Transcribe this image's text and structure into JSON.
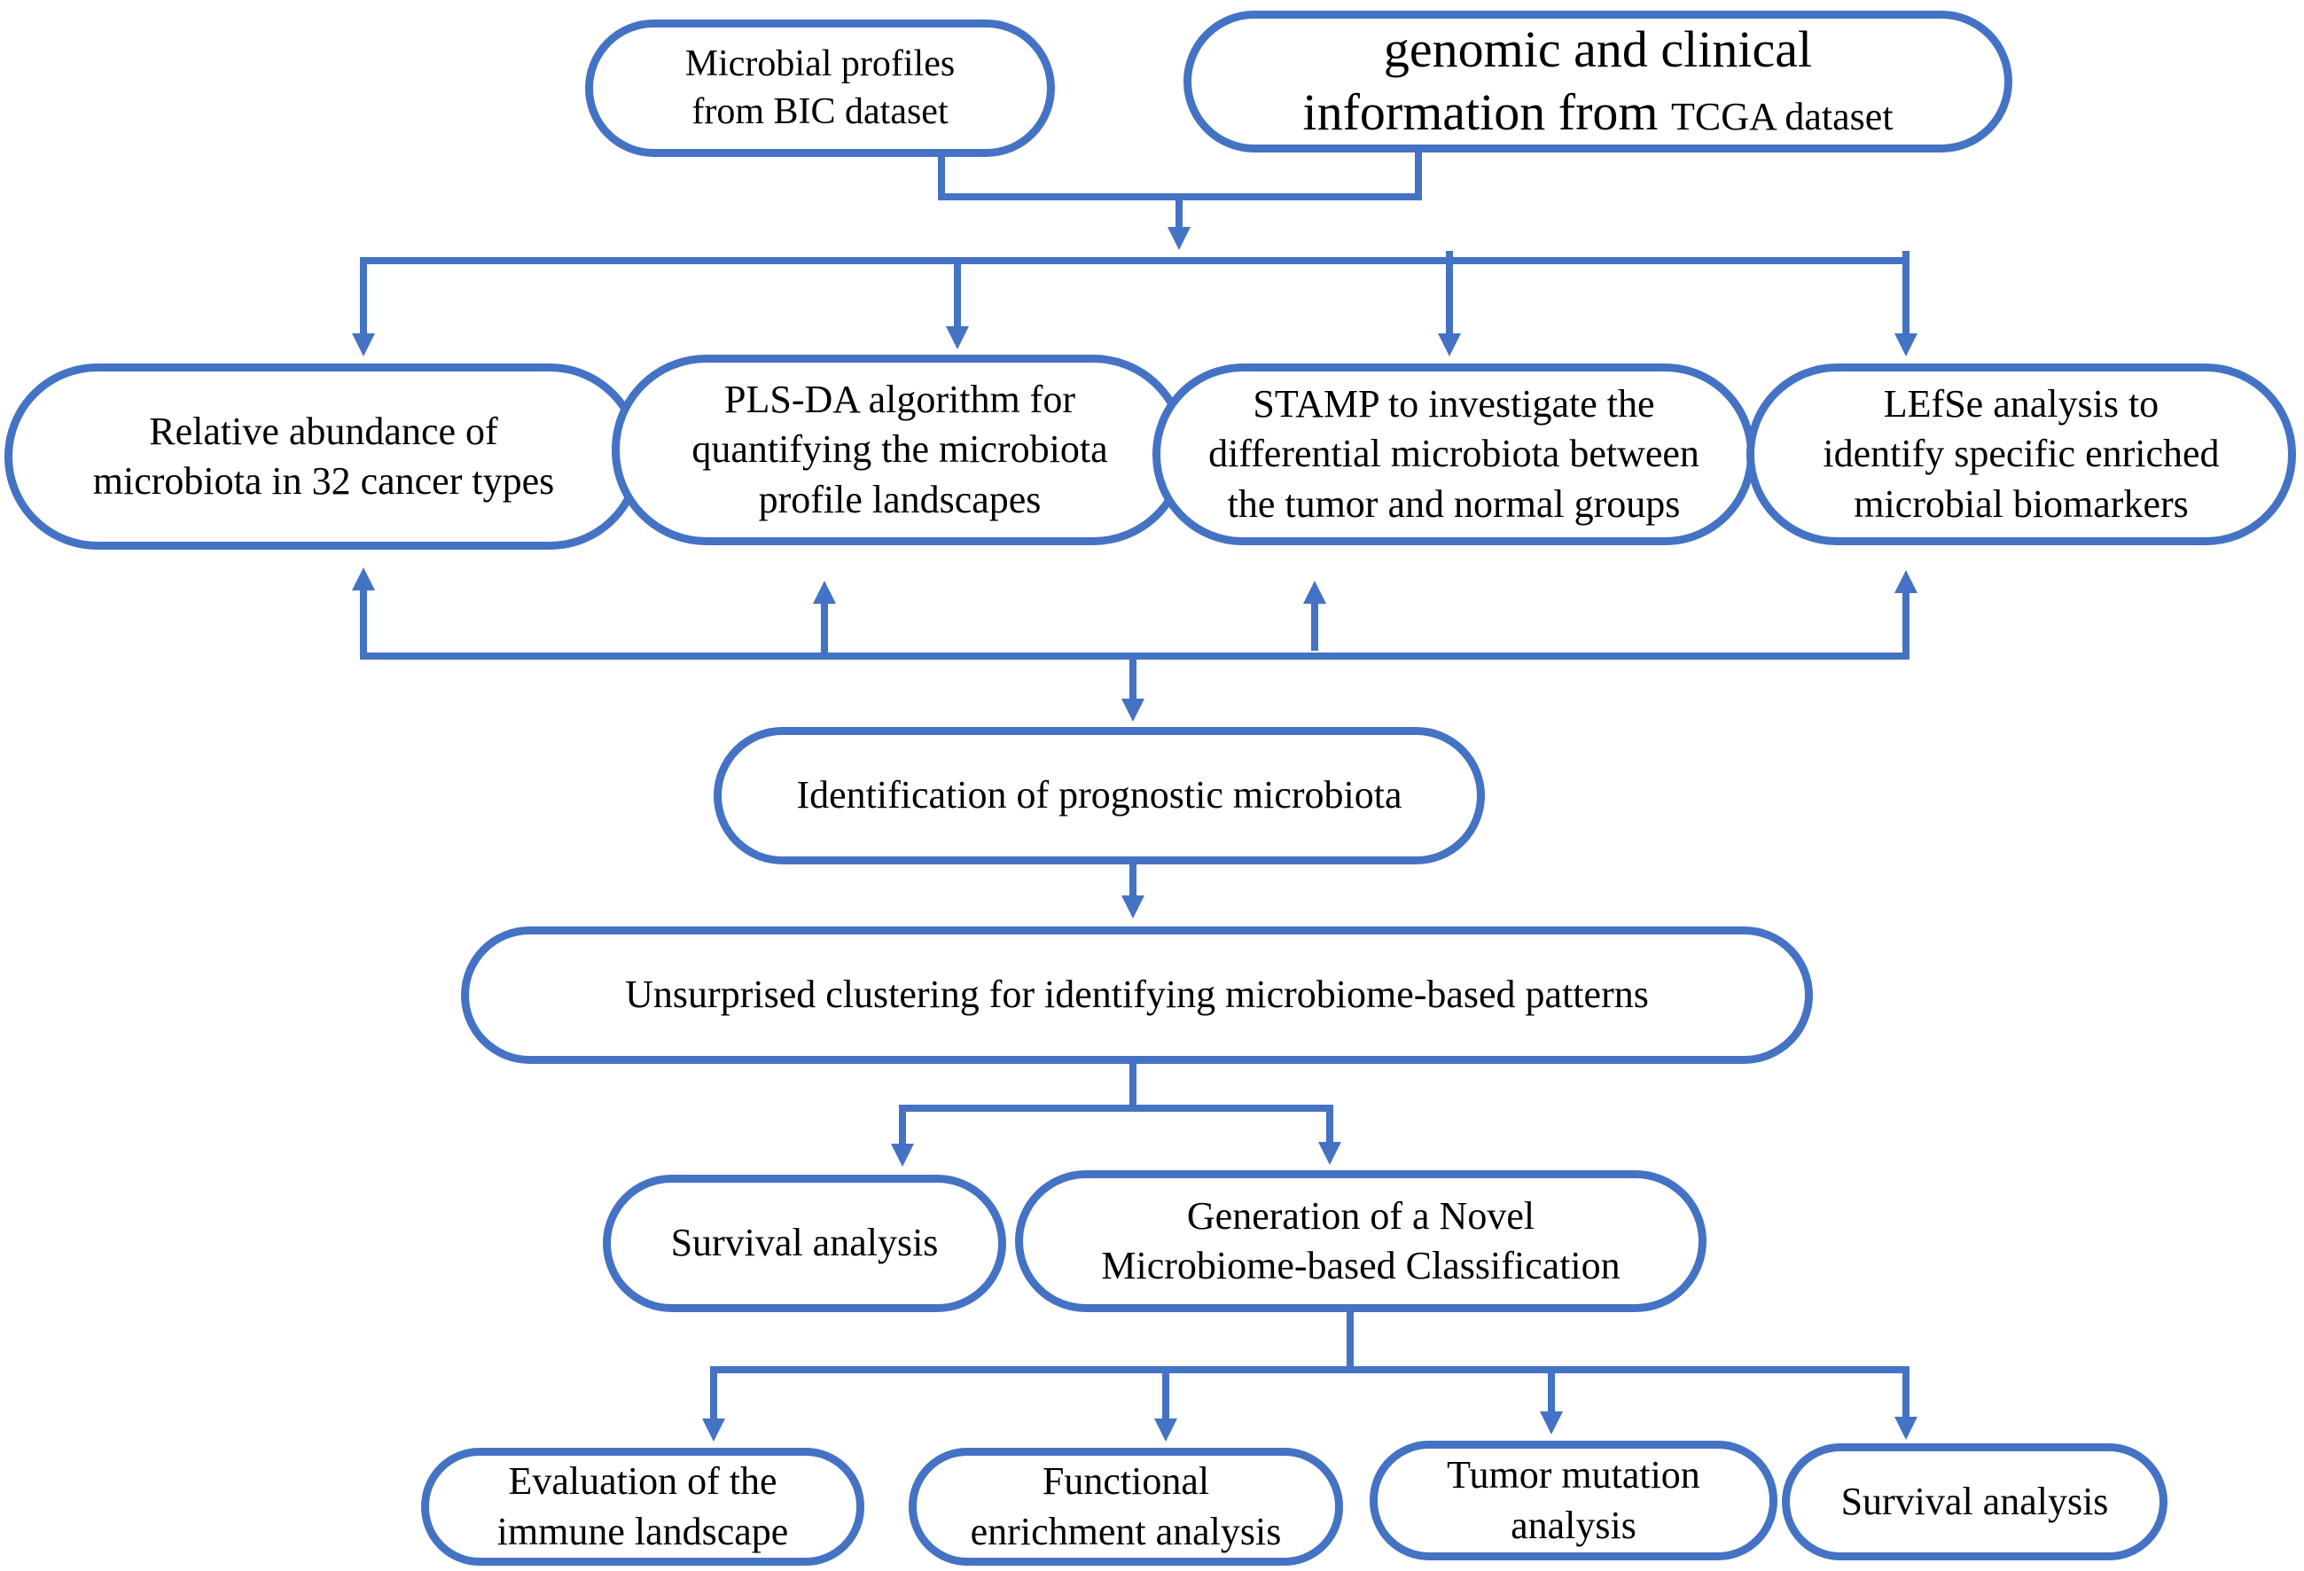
{
  "diagram": {
    "nodes": {
      "bic": "Microbial profiles\nfrom BIC dataset",
      "tcga_main": "genomic and clinical\ninformation from",
      "tcga_suffix": "TCGA dataset",
      "abundance": "Relative abundance of\nmicrobiota in 32 cancer types",
      "plsda": "PLS-DA algorithm for\nquantifying the microbiota\nprofile landscapes",
      "stamp": "STAMP to investigate the\ndifferential microbiota between\nthe tumor and normal groups",
      "lefse": "LEfSe analysis to\nidentify specific enriched\nmicrobial biomarkers",
      "prognostic": "Identification of prognostic microbiota",
      "clustering": "Unsurprised clustering for identifying microbiome-based patterns",
      "survival_1": "Survival analysis",
      "classification": "Generation of a Novel\nMicrobiome-based Classification",
      "immune": "Evaluation of the\nimmune landscape",
      "functional": "Functional\nenrichment analysis",
      "mutation": "Tumor mutation\nanalysis",
      "survival_2": "Survival analysis"
    },
    "colors": {
      "stroke": "#4472C4",
      "text": "#000000",
      "background": "#ffffff"
    }
  }
}
